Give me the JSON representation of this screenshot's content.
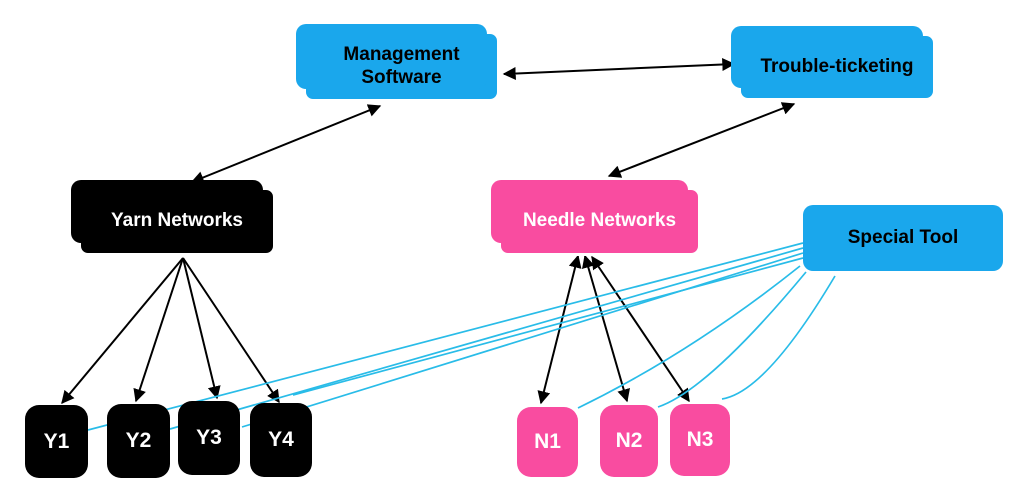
{
  "diagram": {
    "title": "Network management diagram",
    "colors": {
      "blue_node": "#1AA7EC",
      "pink_node": "#F94CA0",
      "black_node": "#000000",
      "cyan_link": "#29BCE8",
      "black_arrow": "#000000",
      "background": "#FFFFFF"
    },
    "nodes": {
      "management_software": {
        "label": "Management Software",
        "color": "#1AA7EC",
        "text_color": "#000000",
        "stacked": true
      },
      "trouble_ticketing": {
        "label": "Trouble-ticketing",
        "color": "#1AA7EC",
        "text_color": "#000000",
        "stacked": true
      },
      "yarn_networks": {
        "label": "Yarn Networks",
        "color": "#000000",
        "text_color": "#FFFFFF",
        "stacked": true
      },
      "needle_networks": {
        "label": "Needle Networks",
        "color": "#F94CA0",
        "text_color": "#FFFFFF",
        "stacked": true
      },
      "special_tool": {
        "label": "Special Tool",
        "color": "#1AA7EC",
        "text_color": "#000000",
        "stacked": false
      },
      "yarn_children": [
        {
          "label": "Y1"
        },
        {
          "label": "Y2"
        },
        {
          "label": "Y3"
        },
        {
          "label": "Y4"
        }
      ],
      "needle_children": [
        {
          "label": "N1"
        },
        {
          "label": "N2"
        },
        {
          "label": "N3"
        }
      ]
    },
    "edges": [
      {
        "from": "Management Software",
        "to": "Trouble-ticketing",
        "style": "solid-black",
        "arrows": "both"
      },
      {
        "from": "Management Software",
        "to": "Yarn Networks",
        "style": "solid-black",
        "arrows": "both"
      },
      {
        "from": "Trouble-ticketing",
        "to": "Needle Networks",
        "style": "solid-black",
        "arrows": "both"
      },
      {
        "from": "Yarn Networks",
        "to": "Y1",
        "style": "solid-black",
        "arrows": "end"
      },
      {
        "from": "Yarn Networks",
        "to": "Y2",
        "style": "solid-black",
        "arrows": "end"
      },
      {
        "from": "Yarn Networks",
        "to": "Y3",
        "style": "solid-black",
        "arrows": "end"
      },
      {
        "from": "Yarn Networks",
        "to": "Y4",
        "style": "solid-black",
        "arrows": "end"
      },
      {
        "from": "Needle Networks",
        "to": "N1",
        "style": "solid-black",
        "arrows": "both"
      },
      {
        "from": "Needle Networks",
        "to": "N2",
        "style": "solid-black",
        "arrows": "both"
      },
      {
        "from": "Needle Networks",
        "to": "N3",
        "style": "solid-black",
        "arrows": "both"
      },
      {
        "from": "Special Tool",
        "to": "Y1",
        "style": "cyan-straight",
        "arrows": "none"
      },
      {
        "from": "Special Tool",
        "to": "Y2",
        "style": "cyan-straight",
        "arrows": "none"
      },
      {
        "from": "Special Tool",
        "to": "Y3",
        "style": "cyan-straight",
        "arrows": "none"
      },
      {
        "from": "Special Tool",
        "to": "Y4",
        "style": "cyan-straight",
        "arrows": "none"
      },
      {
        "from": "Special Tool",
        "to": "N1",
        "style": "cyan-curved",
        "arrows": "none"
      },
      {
        "from": "Special Tool",
        "to": "N2",
        "style": "cyan-curved",
        "arrows": "none"
      },
      {
        "from": "Special Tool",
        "to": "N3",
        "style": "cyan-curved",
        "arrows": "none"
      }
    ]
  }
}
